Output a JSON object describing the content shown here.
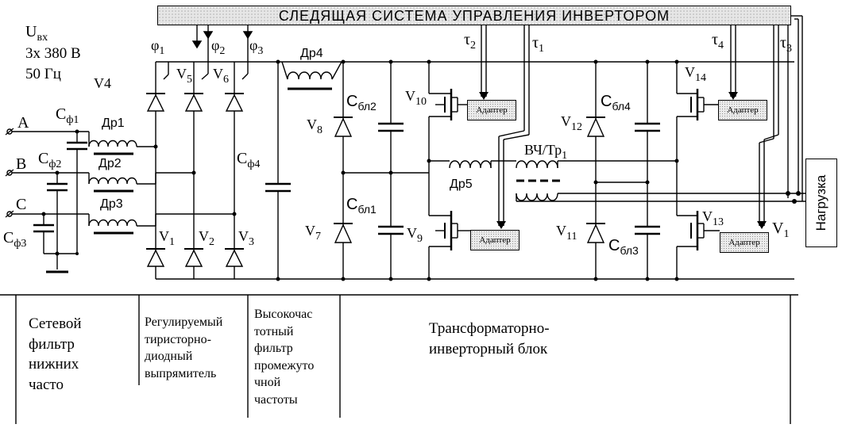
{
  "control_system": "СЛЕДЯЩАЯ   СИСТЕМА   УПРАВЛЕНИЯ   ИНВЕРТОРОМ",
  "adapter": "Адаптер",
  "load": "Нагрузка",
  "input": {
    "u_sub": "вх",
    "phases": "3х 380 В",
    "frequency": "50 Гц"
  },
  "phases": {
    "a": "A",
    "b": "B",
    "c": "C"
  },
  "components": {
    "cf1_sub": "ф1",
    "cf2_sub": "ф2",
    "cf3_sub": "ф3",
    "cf4_sub": "ф4",
    "dr1": "Др1",
    "dr2": "Др2",
    "dr3": "Др3",
    "dr4": "Др4",
    "dr5": "Др5",
    "v4": "V4",
    "phi1_sub": "1",
    "phi2_sub": "2",
    "phi3_sub": "3",
    "v1_sub": "1",
    "v2_sub": "2",
    "v3_sub": "3",
    "v5_sub": "5",
    "v6_sub": "6",
    "v7_sub": "7",
    "v8_sub": "8",
    "v9_sub": "9",
    "v10_sub": "10",
    "v11_sub": "11",
    "v12_sub": "12",
    "v13_sub": "13",
    "v14_sub": "14",
    "vload_sub": "1",
    "cbl1_sub": "бл1",
    "cbl2_sub": "бл2",
    "cbl3_sub": "бл3",
    "cbl4_sub": "бл4",
    "tau1_sub": "1",
    "tau2_sub": "2",
    "tau3_sub": "3",
    "tau4_sub": "4",
    "hf_tr": "ВЧ/Тр",
    "hf_tr_sub": "1"
  },
  "sections": [
    {
      "l1": "Сетевой",
      "l2": "фильтр",
      "l3": "нижних",
      "l4": "часто"
    },
    {
      "l1": "Регулируемый",
      "l2": "тиристорно-",
      "l3": "диодный",
      "l4": "выпрямитель"
    },
    {
      "l1": "Высокочас",
      "l2": "тотный",
      "l3": "фильтр",
      "l4": "промежуто",
      "l5": "чной",
      "l6": "частоты"
    },
    {
      "l1": "Трансформаторно-",
      "l2": "инверторный блок"
    }
  ]
}
